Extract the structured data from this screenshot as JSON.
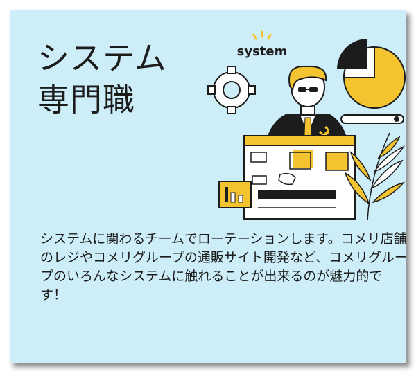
{
  "title": {
    "line1": "システム",
    "line2": "専門職"
  },
  "illustration": {
    "label": "system"
  },
  "description": "システムに関わるチームでローテーションします。コメリ店舗のレジやコメリグループの通販サイト開発など、コメリグループのいろんなシステムに触れることが出来るのが魅力的です！",
  "colors": {
    "background": "#cdeef8",
    "accent": "#f4c430",
    "ink": "#1c1c1c"
  }
}
